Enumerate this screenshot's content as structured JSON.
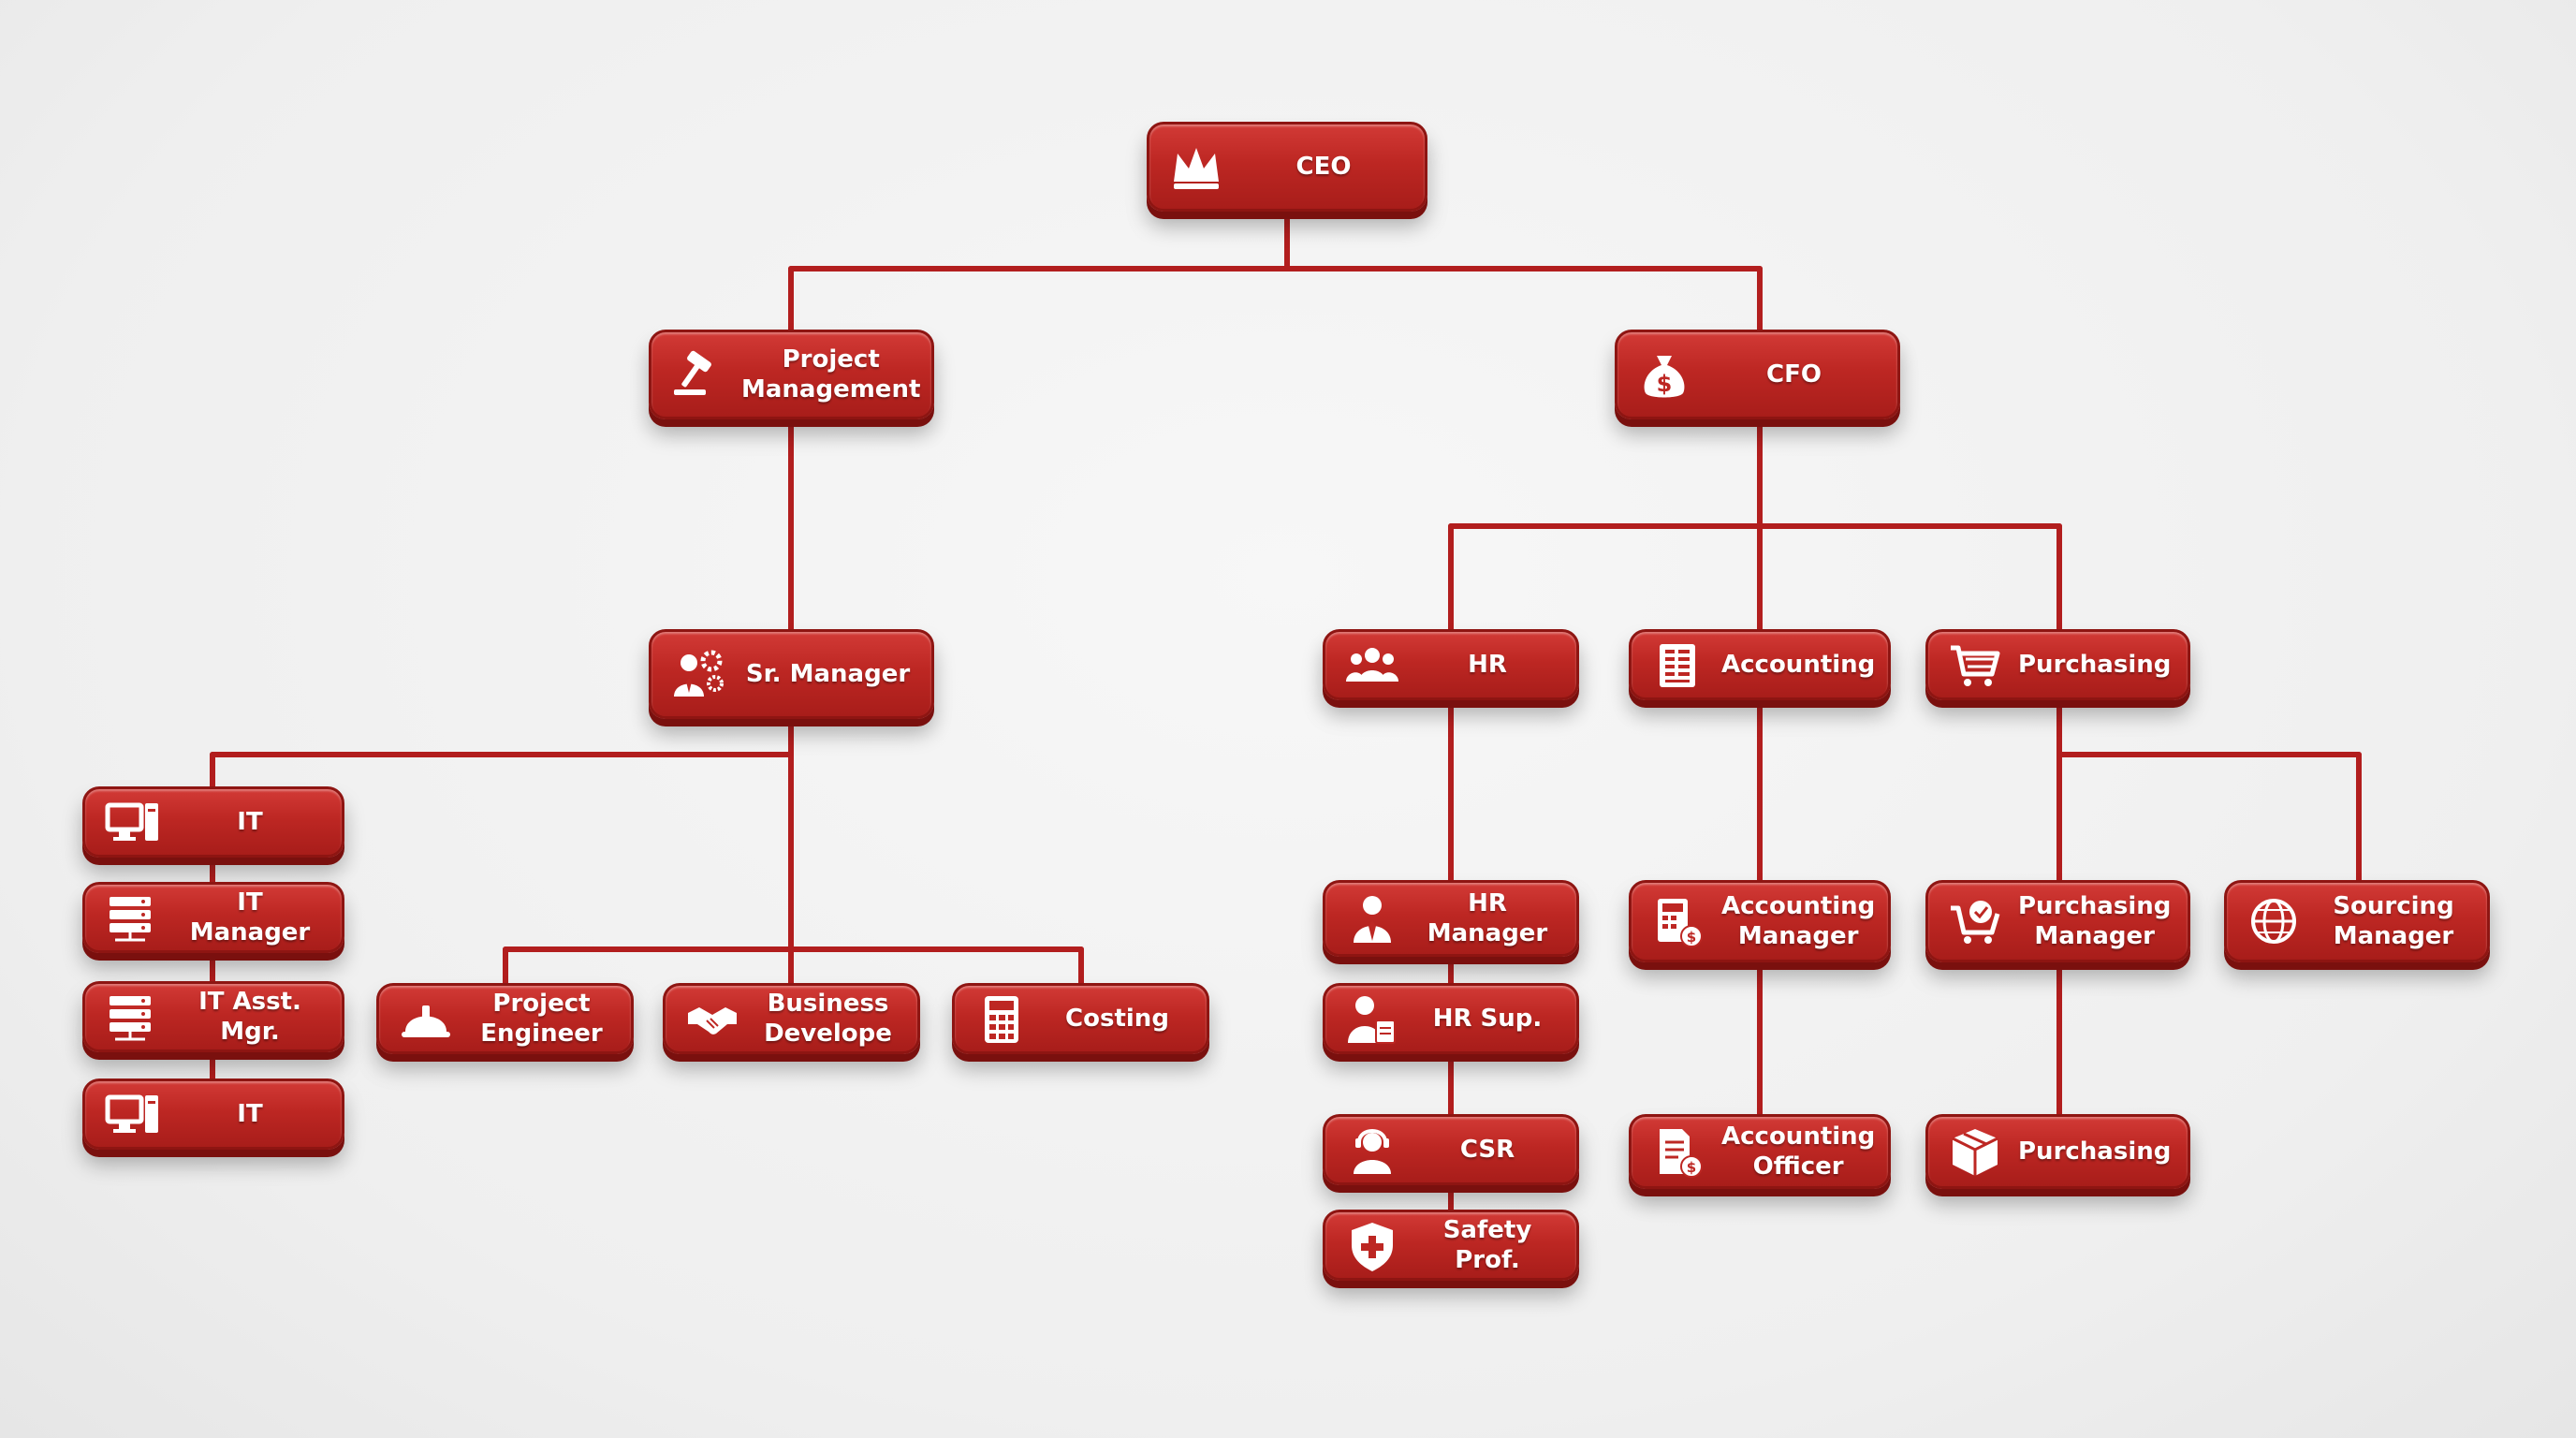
{
  "nodes": {
    "ceo": {
      "label": "CEO",
      "icon": "crown-icon"
    },
    "project_management": {
      "label": "Project\nManagement",
      "icon": "gavel-icon"
    },
    "cfo": {
      "label": "CFO",
      "icon": "money-bag-icon"
    },
    "sr_manager": {
      "label": "Sr. Manager",
      "icon": "manager-gears-icon"
    },
    "hr": {
      "label": "HR",
      "icon": "people-group-icon"
    },
    "accounting": {
      "label": "Accounting",
      "icon": "ledger-icon"
    },
    "purchasing": {
      "label": "Purchasing",
      "icon": "shopping-cart-icon"
    },
    "it_1": {
      "label": "IT",
      "icon": "computer-icon"
    },
    "it_manager": {
      "label": "IT Manager",
      "icon": "server-icon"
    },
    "it_asst_mgr": {
      "label": "IT Asst. Mgr.",
      "icon": "server-icon"
    },
    "it_2": {
      "label": "IT",
      "icon": "computer-icon"
    },
    "project_engineer": {
      "label": "Project\nEngineer",
      "icon": "hard-hat-icon"
    },
    "business_develope": {
      "label": "Business\nDevelope",
      "icon": "handshake-icon"
    },
    "costing": {
      "label": "Costing",
      "icon": "calculator-icon"
    },
    "hr_manager": {
      "label": "HR Manager",
      "icon": "person-tie-icon"
    },
    "hr_sup": {
      "label": "HR Sup.",
      "icon": "person-clipboard-icon"
    },
    "csr": {
      "label": "CSR",
      "icon": "headset-person-icon"
    },
    "safety_prof": {
      "label": "Safety Prof.",
      "icon": "shield-cross-icon"
    },
    "accounting_manager": {
      "label": "Accounting\nManager",
      "icon": "calculator-coin-icon"
    },
    "accounting_officer": {
      "label": "Accounting\nOfficer",
      "icon": "document-coin-icon"
    },
    "purchasing_manager": {
      "label": "Purchasing\nManager",
      "icon": "cart-check-icon"
    },
    "sourcing_manager": {
      "label": "Sourcing\nManager",
      "icon": "globe-icon"
    },
    "purchasing_2": {
      "label": "Purchasing",
      "icon": "box-icon"
    }
  },
  "colors": {
    "node": "#bd2723",
    "connector": "#b21e1e",
    "text": "#ffffff",
    "background": "#f2f2f2"
  }
}
